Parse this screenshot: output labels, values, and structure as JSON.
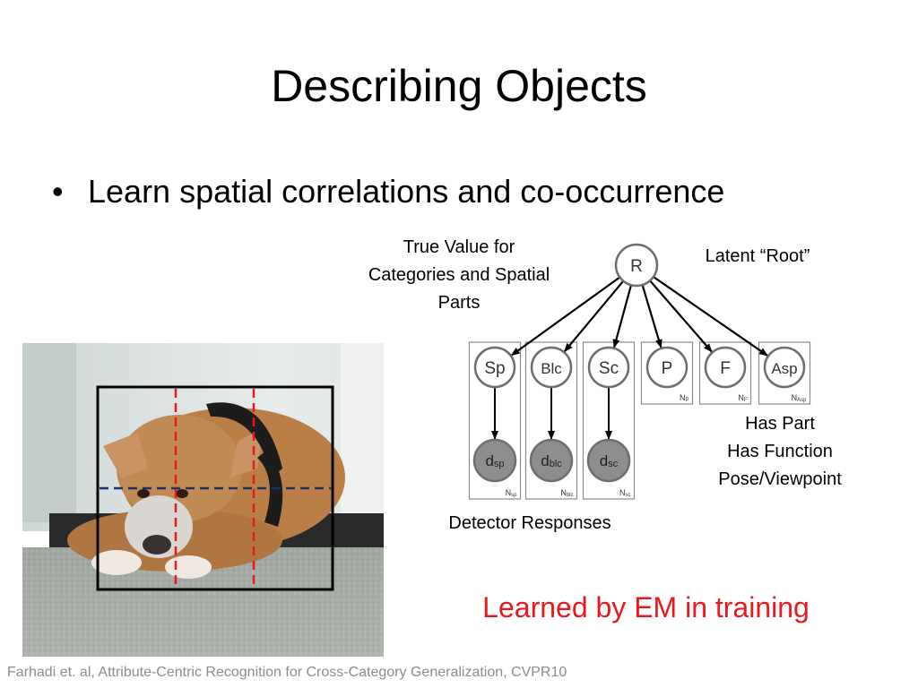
{
  "slide": {
    "title": "Describing Objects",
    "bullet_symbol": "•",
    "bullet": "Learn spatial correlations and co-occurrence"
  },
  "diagram": {
    "label_true_value": [
      "True Value for",
      "Categories and Spatial",
      "Parts"
    ],
    "label_latent_root": "Latent “Root”",
    "root_node": "R",
    "category_nodes": [
      {
        "label": "Sp",
        "sub_label": "N",
        "sub_index": "sp"
      },
      {
        "label": "Blc",
        "sub_label": "N",
        "sub_index": "blc"
      },
      {
        "label": "Sc",
        "sub_label": "N",
        "sub_index": "sc"
      },
      {
        "label": "P",
        "sub_label": "N",
        "sub_index": "P"
      },
      {
        "label": "F",
        "sub_label": "N",
        "sub_index": "F"
      },
      {
        "label": "Asp",
        "sub_label": "N",
        "sub_index": "Asp"
      }
    ],
    "detector_nodes": [
      {
        "base": "d",
        "index": "sp"
      },
      {
        "base": "d",
        "index": "blc"
      },
      {
        "base": "d",
        "index": "sc"
      }
    ],
    "label_has_part": [
      "Has Part",
      "Has Function",
      "Pose/Viewpoint"
    ],
    "label_detector": "Detector Responses",
    "colors": {
      "node_stroke": "#6e6e6e",
      "observed_fill": "#8e8e8e",
      "plate_stroke": "#8a8a8a"
    }
  },
  "note": {
    "text": "Learned by EM in training",
    "color": "#e8191c"
  },
  "citation": "Farhadi et. al, Attribute-Centric Recognition for Cross-Category Generalization, CVPR10",
  "photo": {
    "colors": {
      "bbox": "#000000",
      "red_dash": "#e8191c",
      "blue_dash": "#1b2f6b"
    }
  }
}
